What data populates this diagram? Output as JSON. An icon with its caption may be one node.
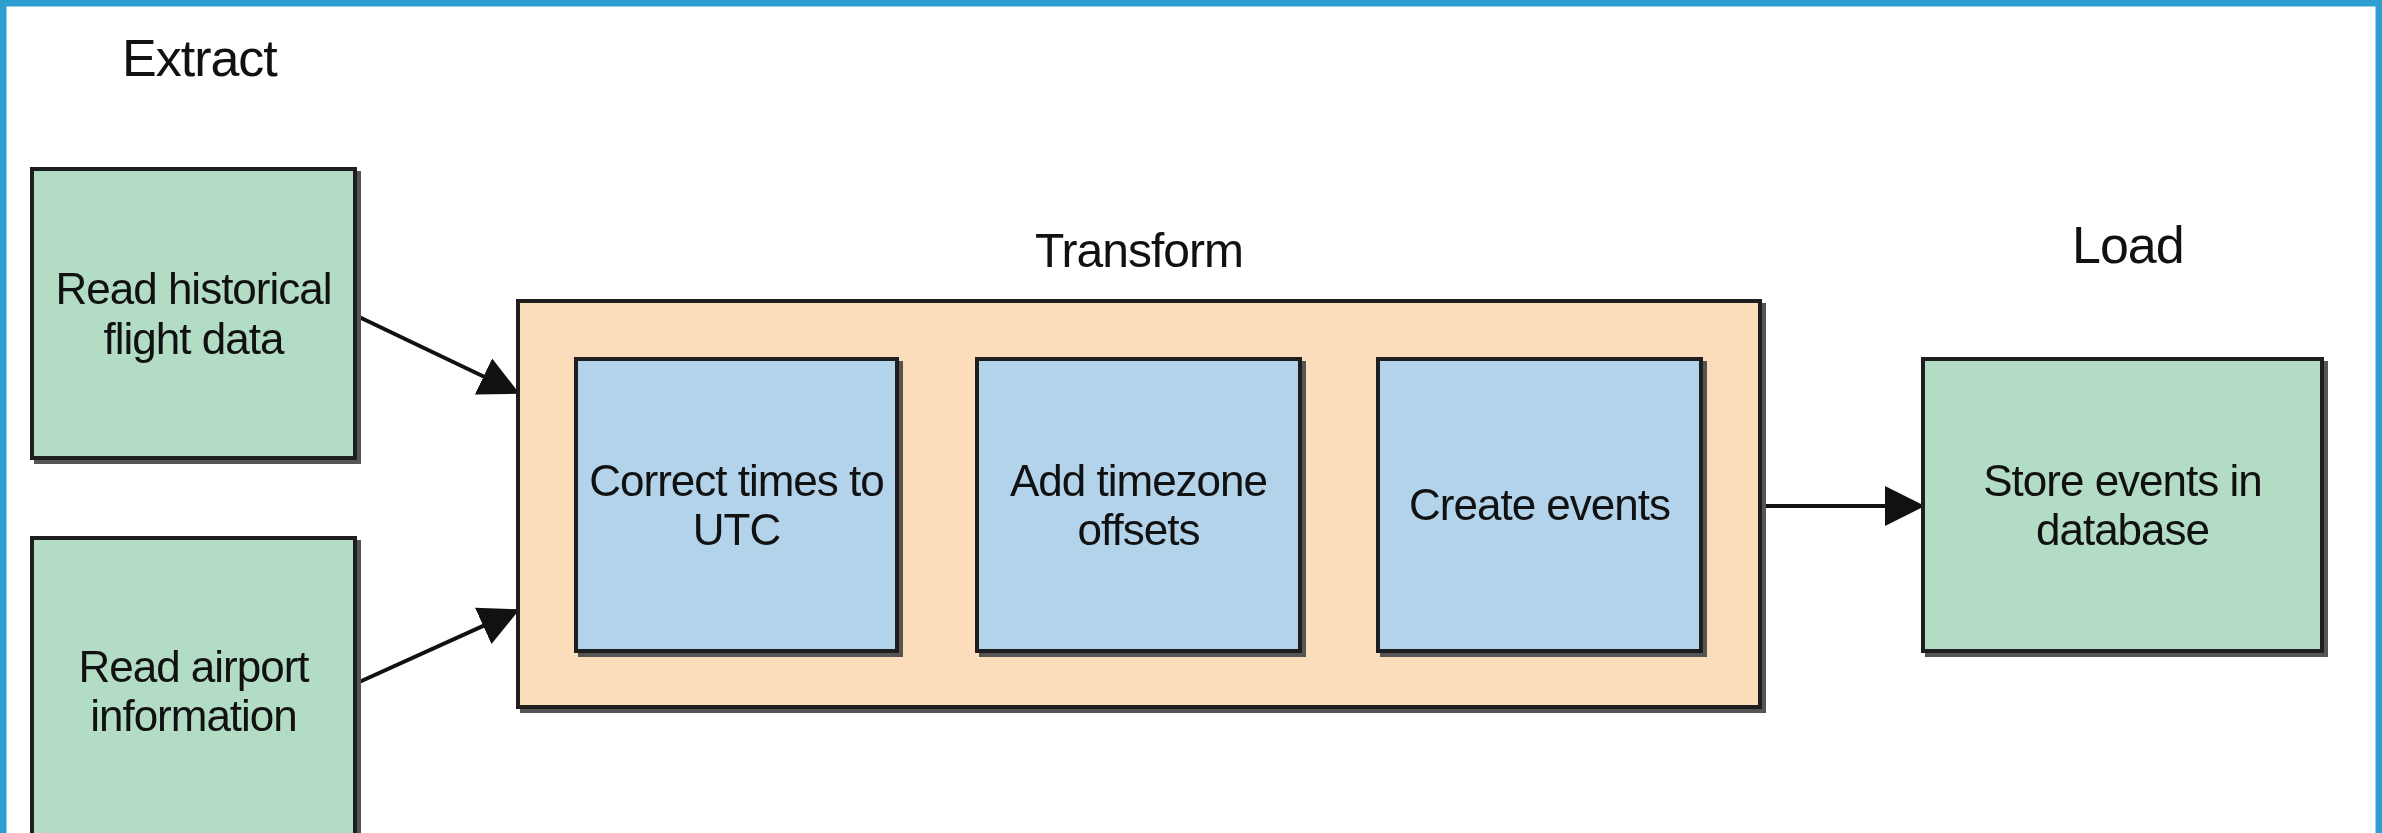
{
  "diagram": {
    "nodes": [
      {
        "text": [
          "Read historical flight data"
        ]
      },
      {
        "text": [
          "Read airport information"
        ]
      },
      {
        "text": [
          "Transform"
        ]
      },
      {
        "text": [
          "Correct times to UTC"
        ],
        "in": 2
      },
      {
        "text": [
          "Add timezone offsets"
        ],
        "in": 2
      },
      {
        "text": [
          "Create events"
        ],
        "in": 2
      },
      {
        "text": [
          "Store events in database"
        ]
      }
    ],
    "edges": [
      {
        "from": 0,
        "to": 2,
        "arrow": "to"
      },
      {
        "from": 1,
        "to": 2,
        "arrow": "to"
      },
      {
        "from": 2,
        "to": 6,
        "arrow": "to"
      }
    ],
    "labels": [
      "Extract",
      "Load"
    ]
  }
}
